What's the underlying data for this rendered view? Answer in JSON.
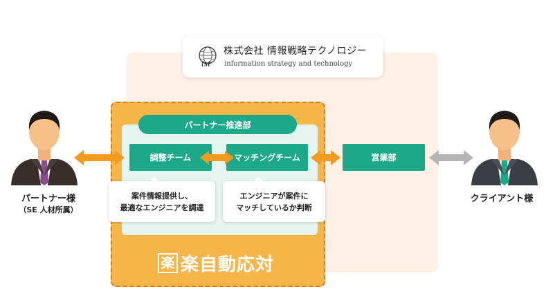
{
  "company": {
    "name": "株式会社 情報戦略テクノロジー",
    "tagline": "information strategy and technology",
    "logo_mark": "ist-globe-logo"
  },
  "departments": {
    "partner_promotion": "パートナー推進部",
    "coordination_team": "調整チーム",
    "matching_team": "マッチングチーム",
    "sales": "営業部"
  },
  "callouts": {
    "coordination": [
      "案件情報提供し、",
      "最適なエンジニアを調達"
    ],
    "matching": [
      "エンジニアが案件に",
      "マッチしているか判断"
    ]
  },
  "rakuraku": {
    "glyph": "楽",
    "text": "楽自動応対"
  },
  "people": {
    "partner": {
      "label": "パートナー様",
      "sub": "（SE 人材所属）",
      "tie_color": "#8a4d8f"
    },
    "client": {
      "label": "クライアント様",
      "tie_color": "#1ba98a"
    }
  },
  "colors": {
    "green": "#1ba98a",
    "orange_arrow": "#f29a1d",
    "gray_arrow": "#b5b5b5",
    "orange_box": "#f5b549",
    "peach_bg": "#fdf1e6"
  }
}
